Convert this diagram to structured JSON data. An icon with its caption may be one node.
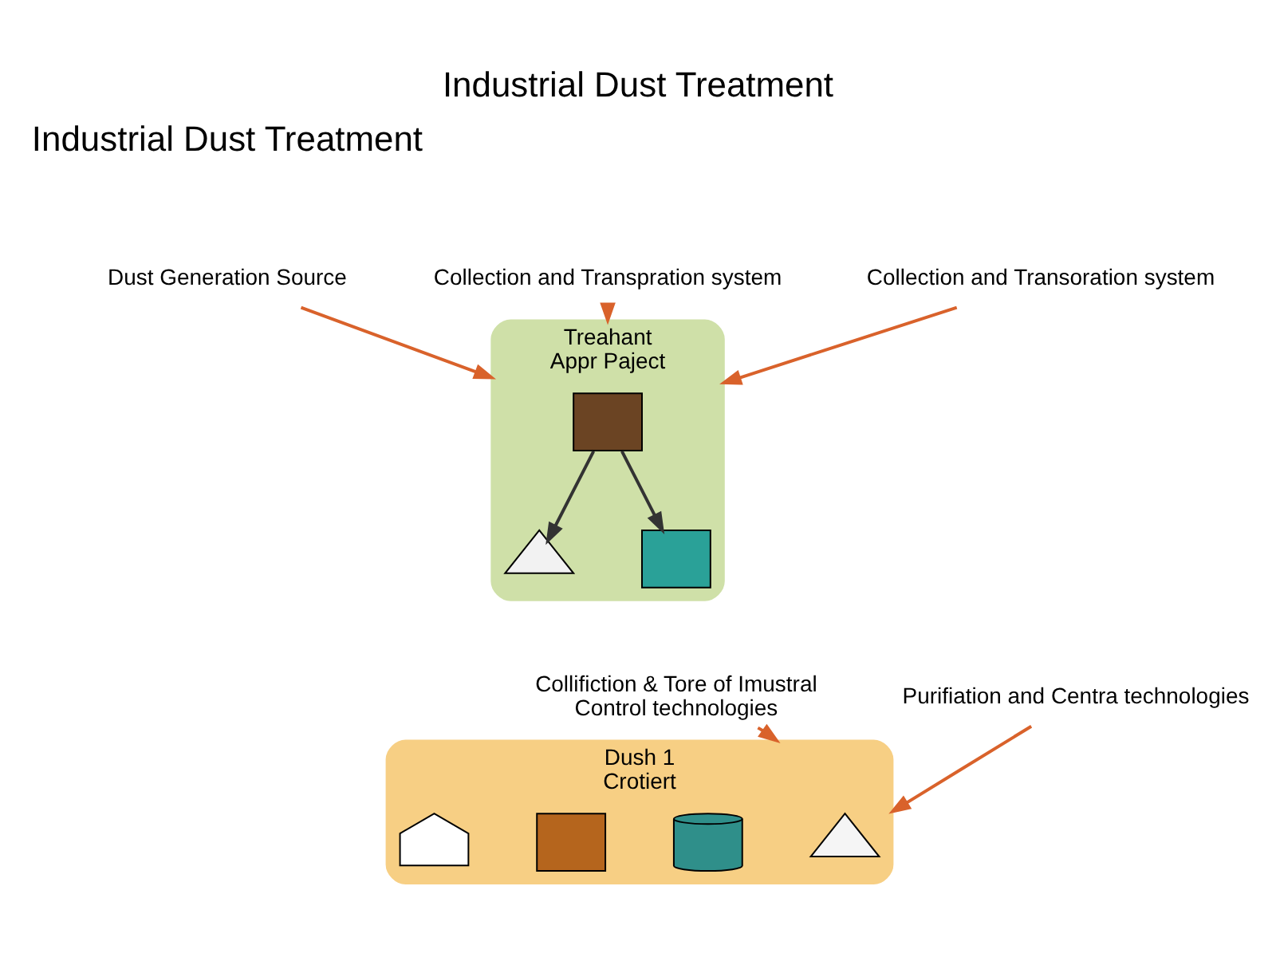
{
  "diagram": {
    "title": "Industrial Dust Treatment",
    "nodes": [
      {
        "text": [
          "Dust Generation Source"
        ]
      },
      {
        "text": [
          "Collection and Transpration system"
        ]
      },
      {
        "text": [
          "Treahant",
          "Appr Paject"
        ]
      },
      {
        "text": [],
        "shape": "box",
        "in": 2
      },
      {
        "text": [],
        "shape": "triangle",
        "in": 2
      },
      {
        "text": [],
        "shape": "bar",
        "in": 2
      },
      {
        "text": [
          "Collection and Transoration system"
        ]
      },
      {
        "text": [
          "Collifiction & Tore of Imustral",
          "Control technologies"
        ]
      },
      {
        "text": [
          "Purifiation and Centra technologies"
        ]
      },
      {
        "text": [
          "Dush 1",
          "Crotiert"
        ]
      },
      {
        "text": [],
        "shape": "triangle",
        "in": 9
      },
      {
        "text": [],
        "shape": "cylinder",
        "in": 9
      },
      {
        "text": [],
        "shape": "bar",
        "in": 9
      },
      {
        "text": [],
        "shape": "house",
        "in": 9
      }
    ],
    "edges": [
      {
        "from": 0,
        "to": 2,
        "arrow": "to"
      },
      {
        "from": 1,
        "to": 2,
        "arrow": "to"
      },
      {
        "from": 3,
        "to": 4,
        "arrow": "to",
        "color": "#333333"
      },
      {
        "from": 3,
        "to": 5,
        "arrow": "to",
        "color": "#333333"
      },
      {
        "from": 6,
        "to": 2,
        "arrow": "to"
      },
      {
        "from": 7,
        "to": 9,
        "arrow": "to"
      },
      {
        "from": 8,
        "to": 9,
        "arrow": "to"
      }
    ],
    "labels": [
      "Industrial Dust Treatment"
    ]
  }
}
